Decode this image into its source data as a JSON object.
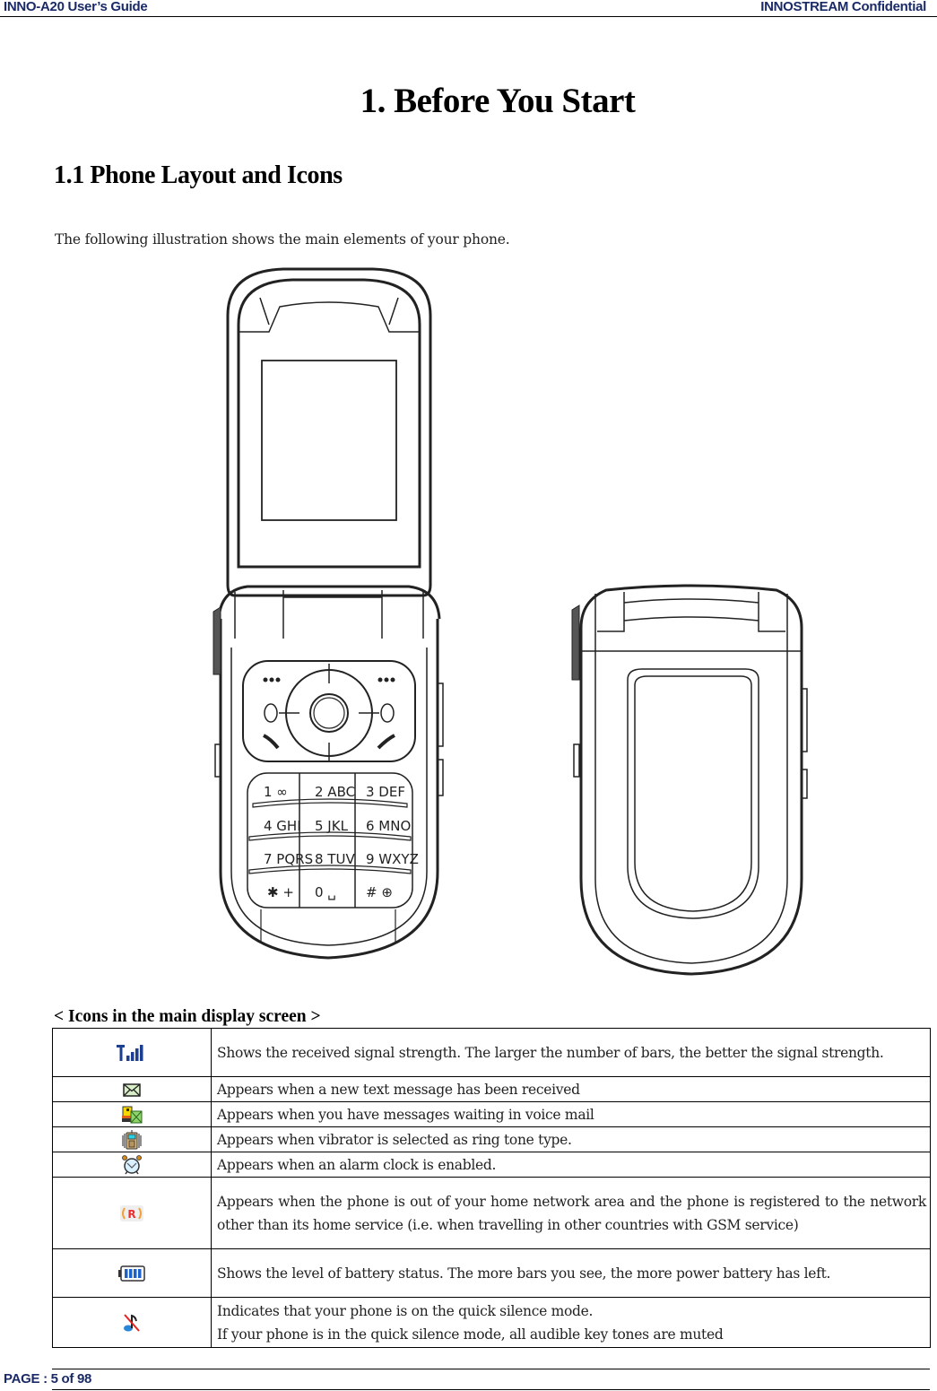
{
  "header": {
    "left": "INNO-A20 User’s Guide",
    "right": "INNOSTREAM Confidential",
    "text_color": "#1a2a66"
  },
  "chapter_title": "1. Before You Start",
  "section_title": "1.1 Phone Layout and Icons",
  "intro_text": "The following illustration shows the main elements of your phone.",
  "illustration": {
    "open_phone": {
      "keypad": [
        [
          "1 ∞",
          "2 ABC",
          "3 DEF"
        ],
        [
          "4 GHI",
          "5 JKL",
          "6 MNO"
        ],
        [
          "7 PQRS",
          "8 TUV",
          "9 WXYZ"
        ],
        [
          "✱ +",
          "0 ␣",
          "# ⊕"
        ]
      ]
    },
    "closed_phone": {}
  },
  "icons_table": {
    "caption": "< Icons in the main display screen >",
    "rows": [
      {
        "icon": "signal-strength-icon",
        "description": "Shows the received signal strength. The larger the number of bars, the better the signal strength."
      },
      {
        "icon": "text-message-envelope-icon",
        "description": "Appears when a new text message has been received"
      },
      {
        "icon": "voice-mail-icon",
        "description": "Appears when you have messages waiting in voice mail"
      },
      {
        "icon": "vibrate-icon",
        "description": "Appears when vibrator is selected as ring tone type."
      },
      {
        "icon": "alarm-clock-icon",
        "description": "Appears when an alarm clock is enabled."
      },
      {
        "icon": "roaming-icon",
        "description": "Appears when the phone is out of your home network area and the phone is registered to the network other than its home service (i.e. when travelling in other countries with GSM service)"
      },
      {
        "icon": "battery-icon",
        "description": "Shows the level of battery status. The more bars you see, the more power battery has left."
      },
      {
        "icon": "quick-silence-icon",
        "description_lines": [
          "Indicates that your phone is on the quick silence mode.",
          "If your phone is in the quick silence mode, all audible key tones are muted"
        ]
      }
    ]
  },
  "footer": {
    "page_label": "PAGE : 5 of 98"
  }
}
